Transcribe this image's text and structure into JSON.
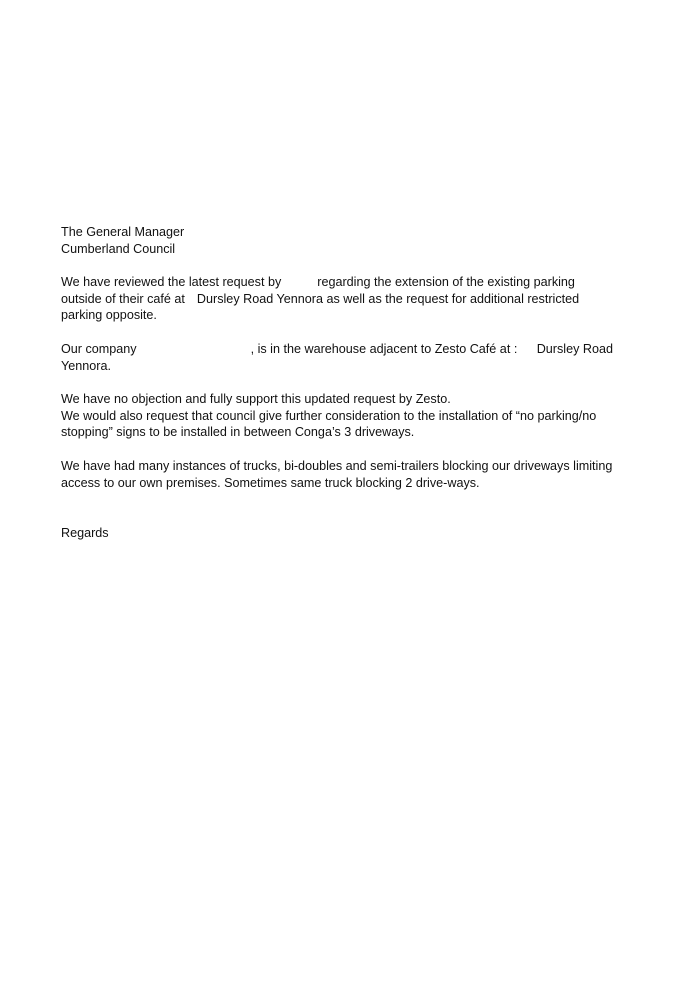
{
  "letter": {
    "recipient": {
      "title": "The General Manager",
      "organisation": "Cumberland Council"
    },
    "paragraph1": {
      "line1_a": "We have reviewed the latest request by",
      "line1_b": "regarding the extension of the existing parking",
      "line2_a": "outside of their café at",
      "line2_b": "Dursley Road Yennora as well as the request for additional restricted",
      "line3": "parking opposite."
    },
    "paragraph2": {
      "line1_a": "Our company",
      "line1_b": ", is in the warehouse adjacent to Zesto Café at :",
      "line1_c": "Dursley Road",
      "line2": "Yennora."
    },
    "paragraph3": {
      "line1": "We have no objection and fully support this updated request by Zesto.",
      "line2": "We would also request that council give further consideration to the installation of “no parking/no",
      "line3": "stopping” signs to be installed in between Conga’s 3 driveways."
    },
    "paragraph4": {
      "line1": "We have had many instances of trucks, bi-doubles and semi-trailers blocking our driveways limiting",
      "line2": "access to our own premises. Sometimes same truck blocking 2 drive-ways."
    },
    "closing": "Regards"
  }
}
